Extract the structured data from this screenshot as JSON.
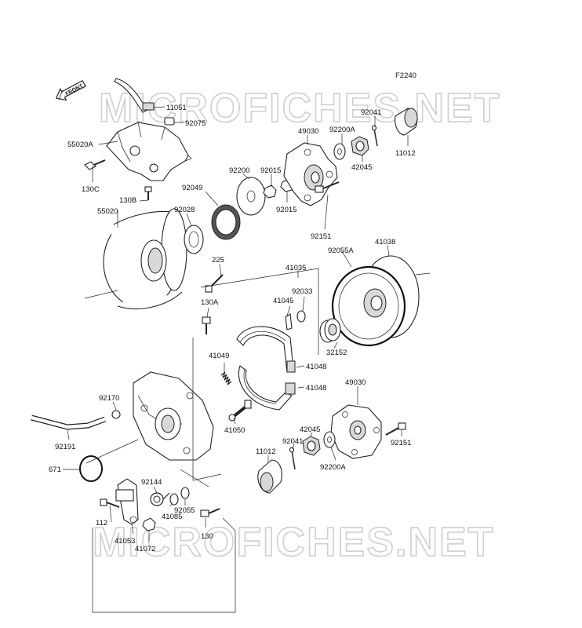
{
  "figure_code": "F2240",
  "front_label": "FRONT",
  "watermark": "MICROFICHES.NET",
  "parts": [
    {
      "id": "p11051",
      "label": "11051"
    },
    {
      "id": "p92075",
      "label": "92075"
    },
    {
      "id": "p55020A",
      "label": "55020A"
    },
    {
      "id": "p130C",
      "label": "130C"
    },
    {
      "id": "p130B",
      "label": "130B"
    },
    {
      "id": "p55020",
      "label": "55020"
    },
    {
      "id": "p92200",
      "label": "92200"
    },
    {
      "id": "p92049",
      "label": "92049"
    },
    {
      "id": "p92028",
      "label": "92028"
    },
    {
      "id": "p92015a",
      "label": "92015"
    },
    {
      "id": "p92015b",
      "label": "92015"
    },
    {
      "id": "p49030a",
      "label": "49030"
    },
    {
      "id": "p92200Aa",
      "label": "92200A"
    },
    {
      "id": "p92041a",
      "label": "92041"
    },
    {
      "id": "p11012a",
      "label": "11012"
    },
    {
      "id": "p42045a",
      "label": "42045"
    },
    {
      "id": "p92151a",
      "label": "92151"
    },
    {
      "id": "p92055A",
      "label": "92055A"
    },
    {
      "id": "p41038",
      "label": "41038"
    },
    {
      "id": "p225",
      "label": "225"
    },
    {
      "id": "p41035",
      "label": "41035"
    },
    {
      "id": "p130A",
      "label": "130A"
    },
    {
      "id": "p41045",
      "label": "41045"
    },
    {
      "id": "p92033",
      "label": "92033"
    },
    {
      "id": "p32152",
      "label": "32152"
    },
    {
      "id": "p41049",
      "label": "41049"
    },
    {
      "id": "p41048a",
      "label": "41048"
    },
    {
      "id": "p41048b",
      "label": "41048"
    },
    {
      "id": "p92170",
      "label": "92170"
    },
    {
      "id": "p49030b",
      "label": "49030"
    },
    {
      "id": "p41050",
      "label": "41050"
    },
    {
      "id": "p42045b",
      "label": "42045"
    },
    {
      "id": "p92041b",
      "label": "92041"
    },
    {
      "id": "p11012b",
      "label": "11012"
    },
    {
      "id": "p92151b",
      "label": "92151"
    },
    {
      "id": "p92191",
      "label": "92191"
    },
    {
      "id": "p92200Ab",
      "label": "92200A"
    },
    {
      "id": "p671",
      "label": "671"
    },
    {
      "id": "p92144",
      "label": "92144"
    },
    {
      "id": "p92055",
      "label": "92055"
    },
    {
      "id": "p41085",
      "label": "41085"
    },
    {
      "id": "p112",
      "label": "112"
    },
    {
      "id": "p41053",
      "label": "41053"
    },
    {
      "id": "p130",
      "label": "130"
    },
    {
      "id": "p41072",
      "label": "41072"
    }
  ]
}
